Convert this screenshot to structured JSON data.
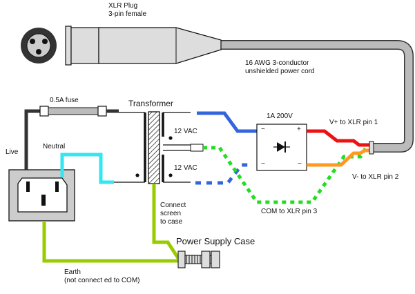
{
  "labels": {
    "xlr_plug": "XLR Plug\n3-pin female",
    "power_cord": "16 AWG 3-conductor\nunshielded power cord",
    "fuse": "0.5A fuse",
    "transformer": "Transformer",
    "live": "Live",
    "neutral": "Neutral",
    "vac_top": "12 VAC",
    "vac_bottom": "12 VAC",
    "rectifier": "1A 200V",
    "ac_symbol_top": "~",
    "ac_symbol_bottom": "~",
    "plus": "+",
    "minus": "−",
    "v_plus": "V+ to XLR pin 1",
    "v_minus": "V- to XLR pin 2",
    "com": "COM to XLR pin 3",
    "connect_screen": "Connect\nscreen\nto case",
    "power_supply_case": "Power Supply Case",
    "earth": "Earth\n(not connect ed to COM)"
  },
  "colors": {
    "live_wire": "#333333",
    "neutral_wire": "#33e6f2",
    "earth_wire": "#99cc00",
    "ac_wire": "#3366dd",
    "com_wire": "#22dd22",
    "vplus_wire": "#ee1111",
    "vminus_wire": "#ff9922",
    "cable": "#bbbbbb",
    "outline": "#111111"
  }
}
